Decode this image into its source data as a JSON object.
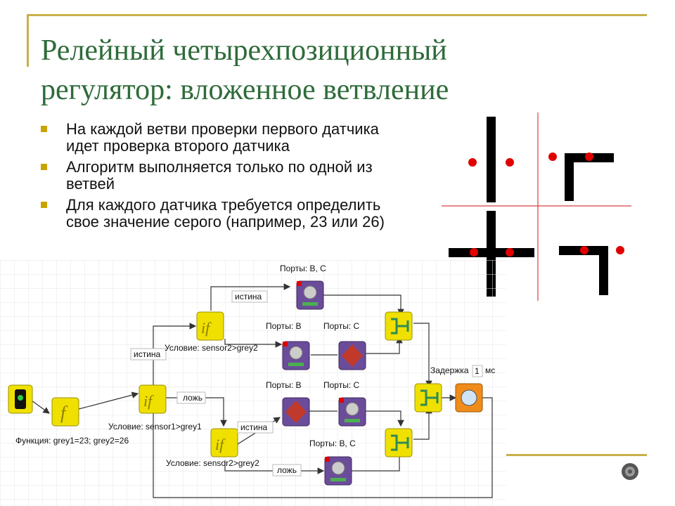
{
  "slide": {
    "title_line1": "Релейный четырехпозиционный",
    "title_line2": "регулятор: вложенное ветвление",
    "bullets": [
      "На каждой ветви проверки первого датчика идет проверка второго датчика",
      "Алгоритм выполняется только по одной из ветвей",
      "Для каждого датчика требуется определить свое значение серого (например, 23 или 26)"
    ],
    "accent_color": "#2e6b3a",
    "bullet_color": "#c9a400"
  },
  "diagram": {
    "function_label": "Функция: grey1=23; grey2=26",
    "cond_outer": "Условие: sensor1>grey1",
    "cond_inner_top": "Условие: sensor2>grey2",
    "cond_inner_bottom": "Условие: sensor2>grey2",
    "true_label": "истина",
    "false_label": "ложь",
    "ports_bc": "Порты: B, C",
    "ports_b": "Порты: B",
    "ports_c": "Порты: C",
    "ports_bc_full": "Порты: B, C",
    "delay_label": "Задержка",
    "delay_value": "1",
    "delay_unit": "мс",
    "icon_if": "if-icon",
    "icon_f": "function-icon",
    "icon_motor": "gear-motor-icon",
    "icon_stop": "stop-hand-icon",
    "icon_start": "traffic-light-icon",
    "icon_merge": "merge-icon",
    "icon_timer": "timer-icon"
  }
}
